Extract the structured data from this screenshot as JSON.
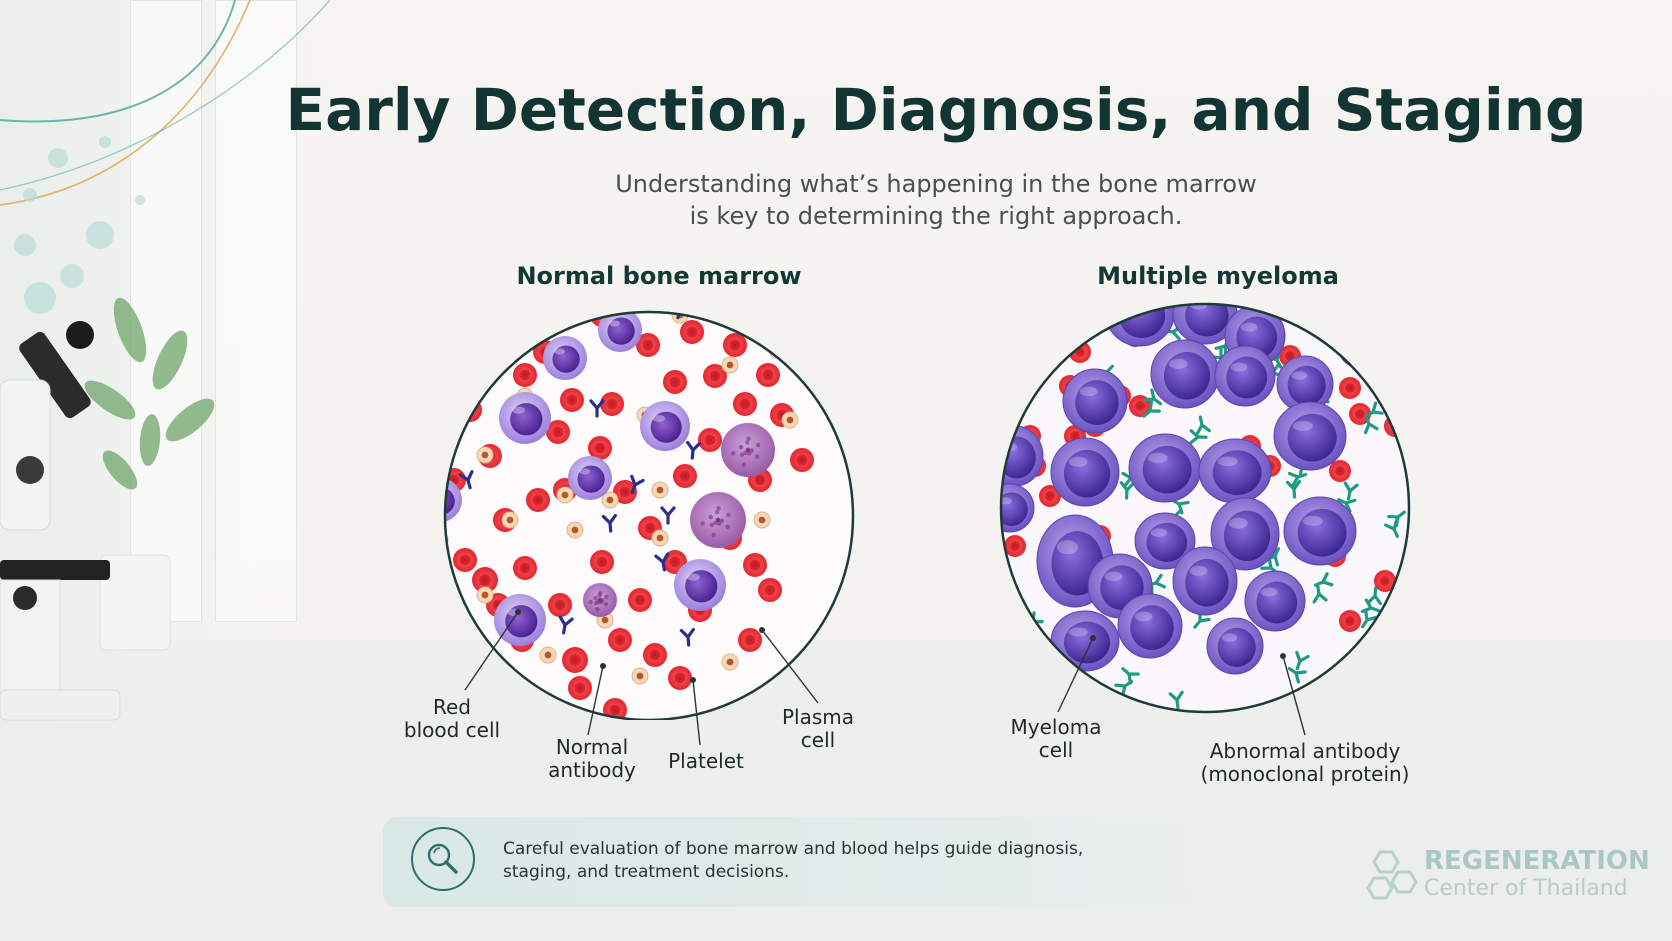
{
  "title": "Early Detection, Diagnosis, and Staging",
  "subtitle_line1": "Understanding what’s happening in the bone marrow",
  "subtitle_line2": "is key to determining the right approach.",
  "panels": {
    "normal": {
      "heading": "Normal bone marrow",
      "labels": {
        "rbc_line1": "Red",
        "rbc_line2": "blood cell",
        "antibody_line1": "Normal",
        "antibody_line2": "antibody",
        "platelet": "Platelet",
        "plasma_line1": "Plasma",
        "plasma_line2": "cell"
      }
    },
    "myeloma": {
      "heading": "Multiple myeloma",
      "labels": {
        "myeloma_line1": "Myeloma",
        "myeloma_line2": "cell",
        "abnormal_line1": "Abnormal antibody",
        "abnormal_line2": "(monoclonal protein)"
      }
    }
  },
  "caption": {
    "line1": "Careful evaluation of bone marrow and blood helps guide diagnosis,",
    "line2": "staging, and treatment decisions.",
    "icon": "magnifier-icon"
  },
  "logo": {
    "name": "REGENERATION",
    "sub": "Center of Thailand"
  },
  "colors": {
    "title": "#123432",
    "rbc": "#e3262e",
    "plasma": "#7a4ec0",
    "myeloma": "#6b4fb8",
    "antibody_normal": "#2a2f8f",
    "antibody_abnormal": "#1f9a86",
    "platelet": "#f2c49a"
  }
}
